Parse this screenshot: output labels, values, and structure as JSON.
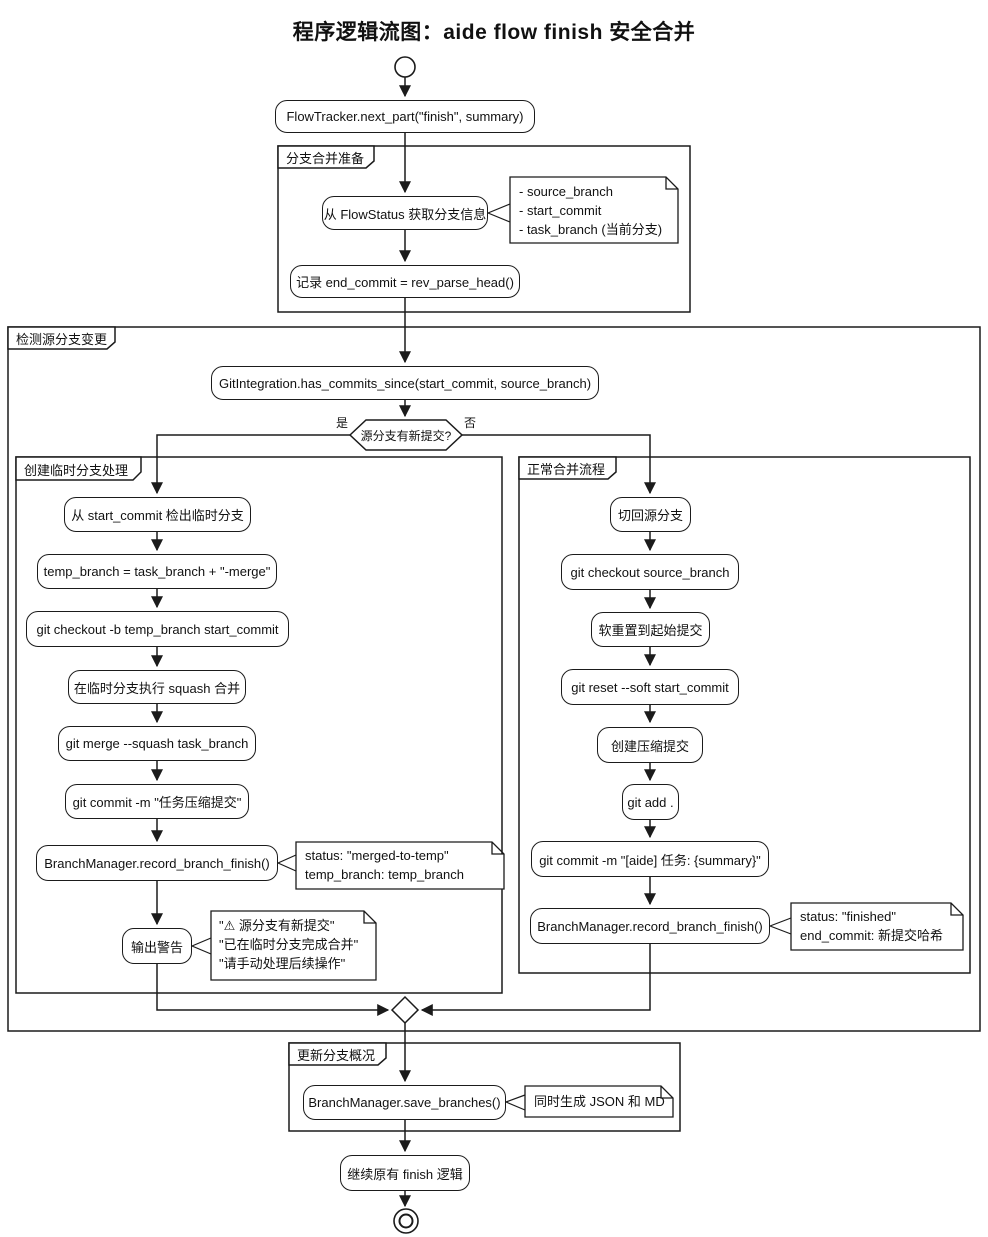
{
  "title": "程序逻辑流图：aide flow finish 安全合并",
  "colors": {
    "stroke": "#1b1b1b",
    "background": "#ffffff"
  },
  "partitions": {
    "prepare": {
      "label": "分支合并准备"
    },
    "detect": {
      "label": "检测源分支变更"
    },
    "temp_branch": {
      "label": "创建临时分支处理"
    },
    "normal_merge": {
      "label": "正常合并流程"
    },
    "update_overview": {
      "label": "更新分支概况"
    }
  },
  "nodes": {
    "flow_tracker": "FlowTracker.next_part(\"finish\", summary)",
    "get_branch_info": "从 FlowStatus 获取分支信息",
    "record_end_commit": "记录 end_commit = rev_parse_head()",
    "has_commits_since": "GitIntegration.has_commits_since(start_commit, source_branch)",
    "checkout_temp": "从 start_commit 检出临时分支",
    "temp_branch_assign": "temp_branch = task_branch + \"-merge\"",
    "git_checkout_b": "git checkout -b temp_branch start_commit",
    "squash_on_temp": "在临时分支执行 squash 合并",
    "git_merge_squash": "git merge --squash task_branch",
    "git_commit_squash": "git commit -m \"任务压缩提交\"",
    "record_finish_temp": "BranchManager.record_branch_finish()",
    "output_warning": "输出警告",
    "switch_back_source": "切回源分支",
    "git_checkout_source": "git checkout source_branch",
    "soft_reset": "软重置到起始提交",
    "git_reset_soft": "git reset --soft start_commit",
    "create_squash_commit": "创建压缩提交",
    "git_add": "git add .",
    "git_commit_aide": "git commit -m \"[aide] 任务: {summary}\"",
    "record_finish_normal": "BranchManager.record_branch_finish()",
    "save_branches": "BranchManager.save_branches()",
    "continue_finish": "继续原有 finish 逻辑"
  },
  "decision": {
    "question": "源分支有新提交?",
    "yes_label": "是",
    "no_label": "否"
  },
  "notes": {
    "branch_info": {
      "lines": [
        "- source_branch",
        "- start_commit",
        "- task_branch (当前分支)"
      ]
    },
    "merged_to_temp": {
      "lines": [
        "status: \"merged-to-temp\"",
        "temp_branch: temp_branch"
      ]
    },
    "warning_messages": {
      "lines": [
        "\"⚠ 源分支有新提交\"",
        "\"已在临时分支完成合并\"",
        "\"请手动处理后续操作\""
      ]
    },
    "finished_status": {
      "lines": [
        "status: \"finished\"",
        "end_commit: 新提交哈希"
      ]
    },
    "save_output": {
      "lines": [
        "同时生成 JSON 和 MD"
      ]
    }
  }
}
